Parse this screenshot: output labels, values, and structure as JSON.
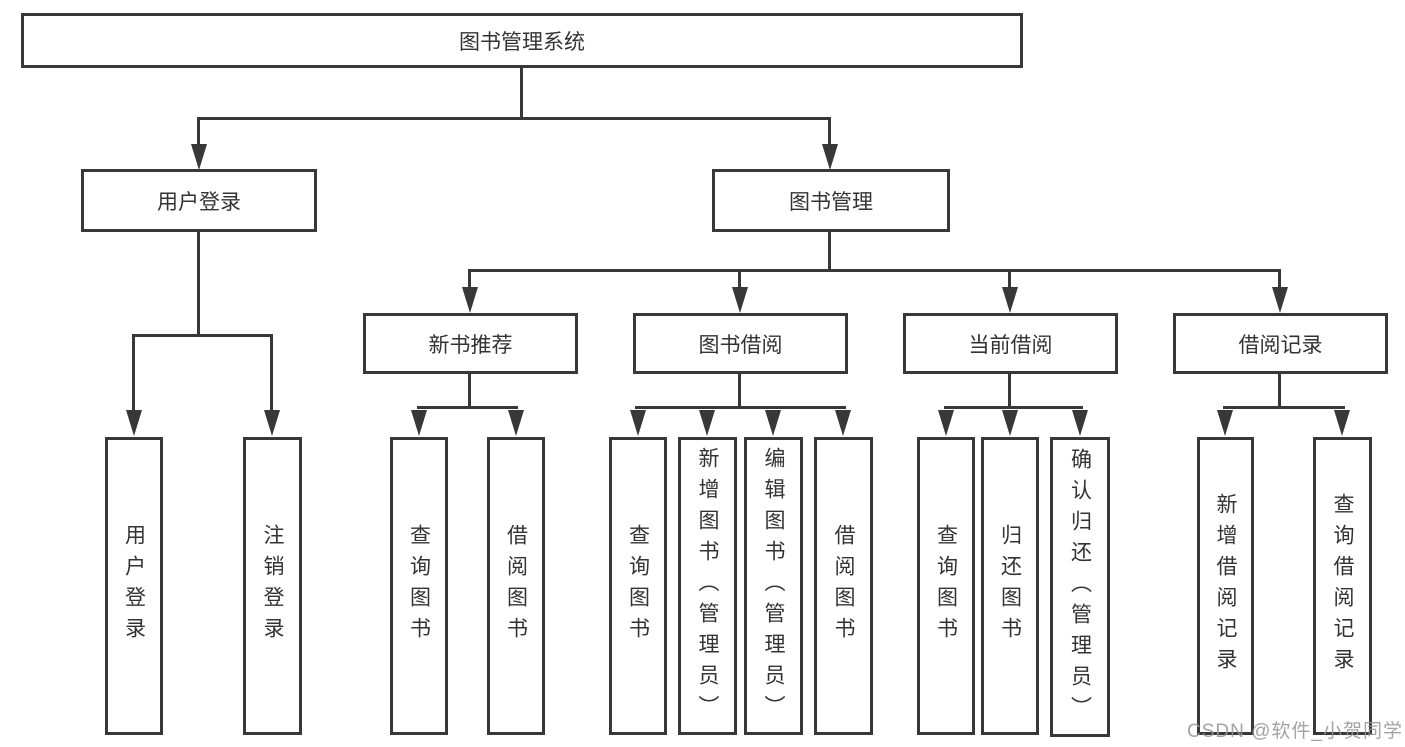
{
  "diagram": {
    "root": {
      "label": "图书管理系统"
    },
    "level2": {
      "user_login": {
        "label": "用户登录"
      },
      "book_mgmt": {
        "label": "图书管理"
      }
    },
    "level3": {
      "new_books": {
        "label": "新书推荐"
      },
      "book_borrow": {
        "label": "图书借阅"
      },
      "current_borrow": {
        "label": "当前借阅"
      },
      "borrow_records": {
        "label": "借阅记录"
      }
    },
    "leaves": {
      "login": {
        "label": "用户登录"
      },
      "logout": {
        "label": "注销登录"
      },
      "nb_query": {
        "label": "查询图书"
      },
      "nb_borrow": {
        "label": "借阅图书"
      },
      "bw_query": {
        "label": "查询图书"
      },
      "bw_add": {
        "label": "新增图书（管理员）"
      },
      "bw_edit": {
        "label": "编辑图书（管理员）"
      },
      "bw_borrow": {
        "label": "借阅图书"
      },
      "cu_query": {
        "label": "查询图书"
      },
      "cu_return": {
        "label": "归还图书"
      },
      "cu_confirm": {
        "label": "确认归还（管理员）"
      },
      "rc_add": {
        "label": "新增借阅记录"
      },
      "rc_query": {
        "label": "查询借阅记录"
      }
    }
  },
  "watermark": {
    "text": "CSDN @软件_小贺同学"
  },
  "colors": {
    "line": "#383838",
    "box_border": "#383838",
    "box_fill": "#ffffff",
    "text": "#333333",
    "background": "#ffffff",
    "watermark": "#969696"
  }
}
